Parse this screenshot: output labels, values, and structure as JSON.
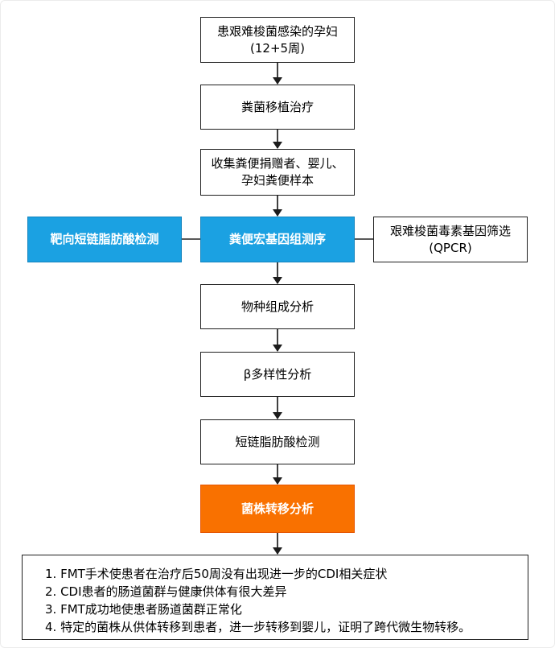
{
  "flowchart": {
    "nodes": {
      "patient": {
        "text": "患艰难梭菌感染的孕妇\n(12+5周)"
      },
      "fmt": {
        "text": "粪菌移植治疗"
      },
      "collect": {
        "text": "收集粪便捐赠者、婴儿、\n孕妇粪便样本"
      },
      "scfa_targeted": {
        "text": "靶向短链脂肪酸检测"
      },
      "metagenome": {
        "text": "粪便宏基因组测序"
      },
      "qpcr": {
        "text": "艰难梭菌毒素基因筛选\n(QPCR)"
      },
      "species": {
        "text": "物种组成分析"
      },
      "beta": {
        "text": "β多样性分析"
      },
      "scfa": {
        "text": "短链脂肪酸检测"
      },
      "strain": {
        "text": "菌株转移分析"
      }
    },
    "results": {
      "items": [
        "1. FMT手术使患者在治疗后50周没有出现进一步的CDI相关症状",
        "2. CDI患者的肠道菌群与健康供体有很大差异",
        "3. FMT成功地使患者肠道菌群正常化",
        "4. 特定的菌株从供体转移到患者，进一步转移到婴儿，证明了跨代微生物转移。"
      ]
    },
    "colors": {
      "highlight_blue": "#1BA1E2",
      "highlight_blue_border": "#1283BD",
      "highlight_orange": "#F97100",
      "highlight_orange_border": "#E55400",
      "line": "#404040",
      "box_border": "#1F1F1F"
    }
  }
}
